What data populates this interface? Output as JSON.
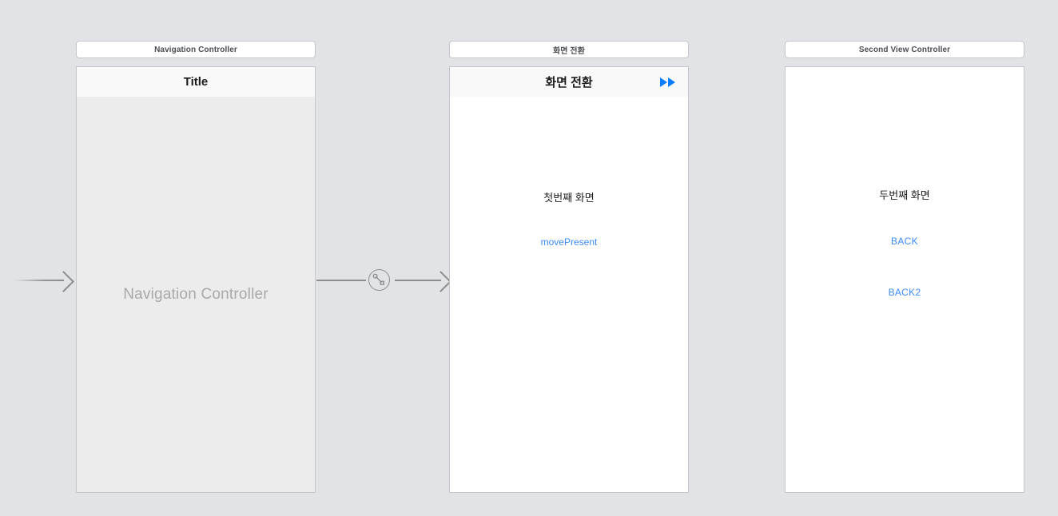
{
  "canvas": {
    "background_color": "#E2E3E6",
    "connector_color": "#8D8D8D"
  },
  "scenes": [
    {
      "id": "navigation-controller",
      "label": "Navigation Controller",
      "navbar": {
        "title": "Title"
      },
      "placeholder_text": "Navigation Controller",
      "placeholder_color": "#A9A9A9"
    },
    {
      "id": "first-view-controller",
      "label": "화면 전환",
      "navbar": {
        "title": "화면 전환",
        "right_item_icon": "fast-forward-icon",
        "right_item_color": "#0A7CFF"
      },
      "content": {
        "screen_label": "첫번째 화면",
        "buttons": [
          {
            "label": "movePresent",
            "color": "#3C8BF7"
          }
        ]
      }
    },
    {
      "id": "second-view-controller",
      "label": "Second View Controller",
      "navbar": null,
      "content": {
        "screen_label": "두번째 화면",
        "buttons": [
          {
            "label": "BACK",
            "color": "#3C8BF7"
          },
          {
            "label": "BACK2",
            "color": "#3C8BF7"
          }
        ]
      }
    }
  ],
  "connectors": {
    "entry_point": {
      "name": "storyboard-entry-point-arrow"
    },
    "relationship_segue": {
      "name": "relationship-segue-badge",
      "icon": "relationship-segue-icon"
    }
  }
}
